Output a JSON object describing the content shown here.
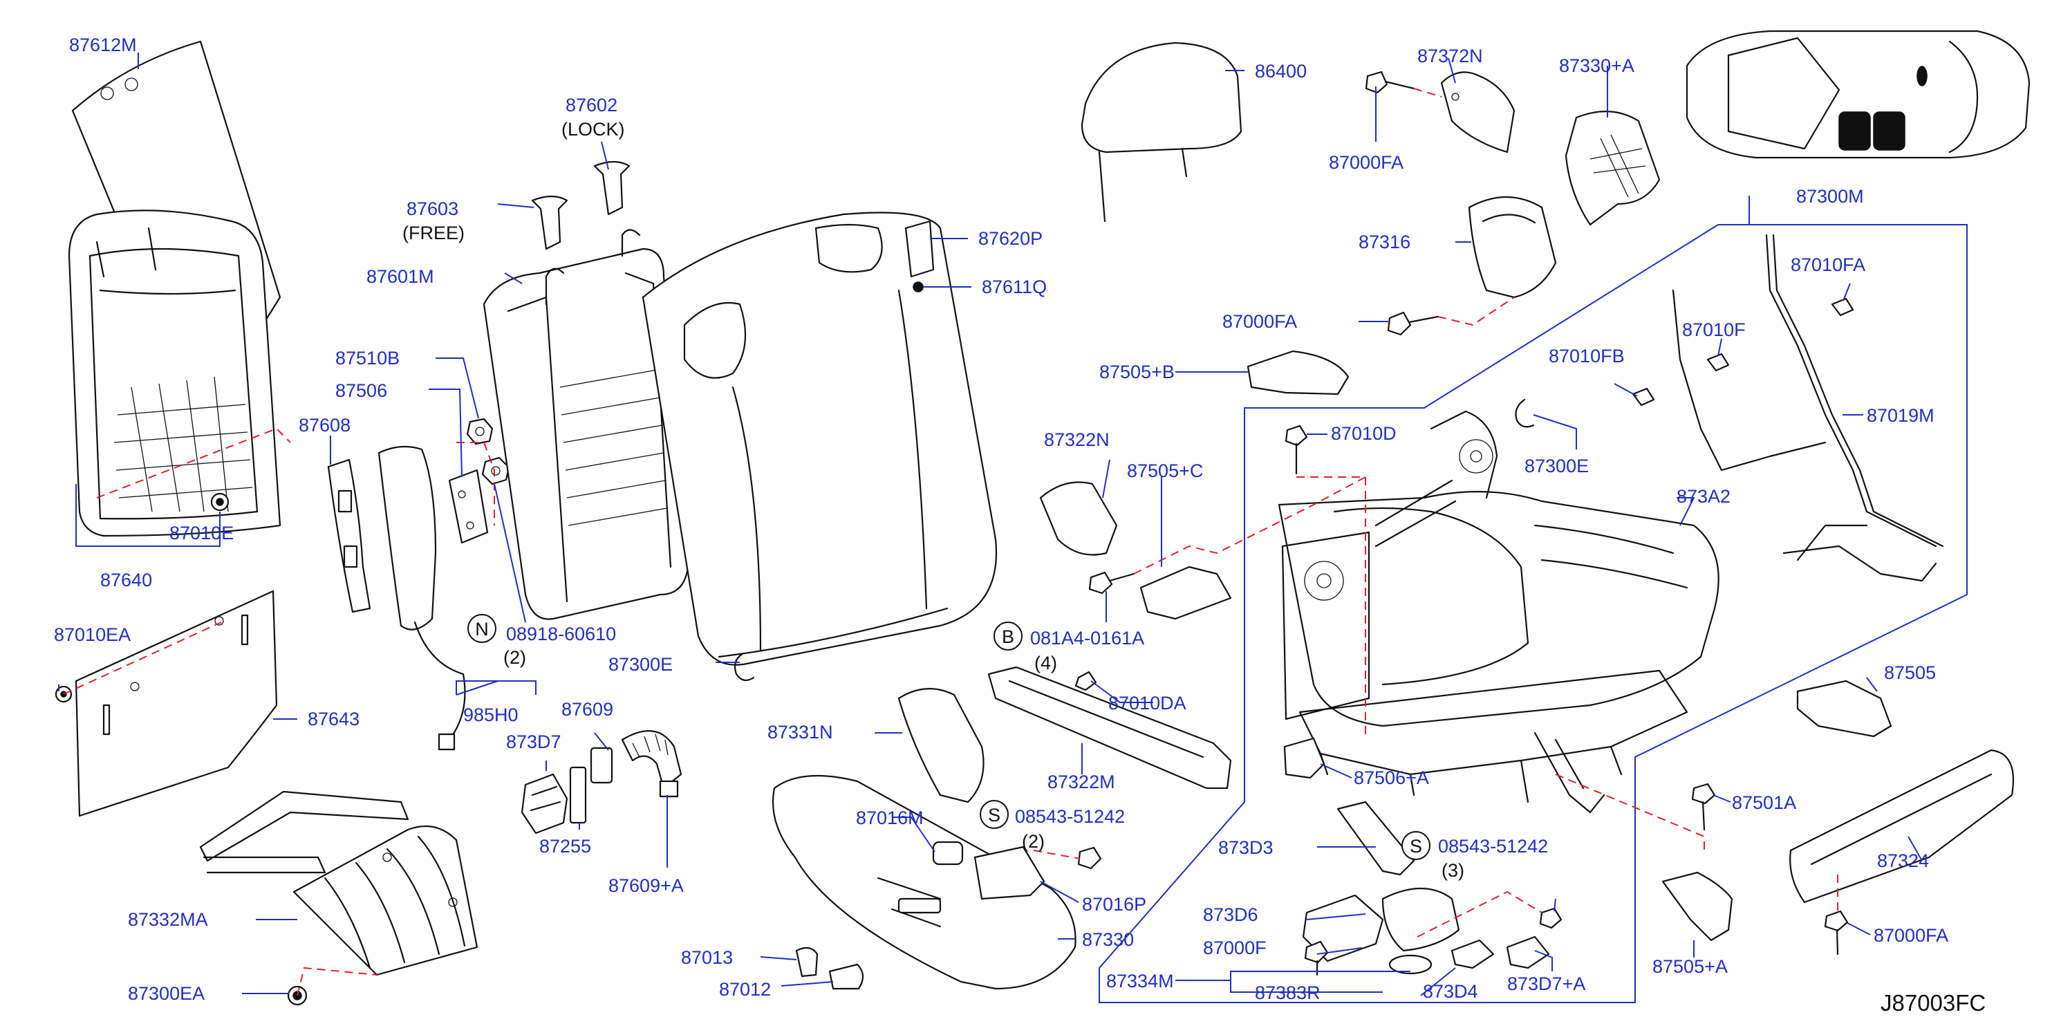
{
  "diagram_code": "J87003FC",
  "labels": {
    "l87612M": "87612M",
    "l87640": "87640",
    "l87010E": "87010E",
    "l87010EA": "87010EA",
    "l87643": "87643",
    "l87332MA": "87332MA",
    "l87300EA": "87300EA",
    "l87602": "87602",
    "lLOCK": "(LOCK)",
    "l87603": "87603",
    "lFREE": "(FREE)",
    "l87601M": "87601M",
    "l87510B": "87510B",
    "l87506": "87506",
    "l87608": "87608",
    "l08918": "08918-60610",
    "lN2": "(2)",
    "l985H0": "985H0",
    "l873D7": "873D7",
    "l87609": "87609",
    "l87255": "87255",
    "l87609A": "87609+A",
    "l87620P": "87620P",
    "l87611Q": "87611Q",
    "l87300E_l": "87300E",
    "l86400": "86400",
    "l87372N": "87372N",
    "l87000FA_t": "87000FA",
    "l87330A": "87330+A",
    "l87316": "87316",
    "l87000FA_m": "87000FA",
    "l87505B": "87505+B",
    "l87322N": "87322N",
    "l87505C": "87505+C",
    "l081A4": "081A4-0161A",
    "lB4": "(4)",
    "l87010DA": "87010DA",
    "l87322M": "87322M",
    "l87331N": "87331N",
    "l87016M": "87016M",
    "l08543_a": "08543-51242",
    "lS2": "(2)",
    "l87016P": "87016P",
    "l87330": "87330",
    "l87013": "87013",
    "l87012": "87012",
    "l87300M": "87300M",
    "l87010FA": "87010FA",
    "l87010F": "87010F",
    "l87010FB": "87010FB",
    "l87019M": "87019M",
    "l87010D": "87010D",
    "l87300E_r": "87300E",
    "l873A2": "873A2",
    "l87506A": "87506+A",
    "l873D3": "873D3",
    "l08543_b": "08543-51242",
    "lS3": "(3)",
    "l873D6": "873D6",
    "l87000F": "87000F",
    "l87334M": "87334M",
    "l87383R": "87383R",
    "l873D4": "873D4",
    "l873D7A": "873D7+A",
    "l87505": "87505",
    "l87501A": "87501A",
    "l87324": "87324",
    "l87000FA_b": "87000FA",
    "l87505A": "87505+A"
  },
  "badges": {
    "n": "N",
    "b": "B",
    "s1": "S",
    "s2": "S"
  },
  "colors": {
    "label": "#1f2fbf",
    "leader": "#1f2fbf",
    "dashed_connector": "#e0202a",
    "line_art": "#111111"
  }
}
